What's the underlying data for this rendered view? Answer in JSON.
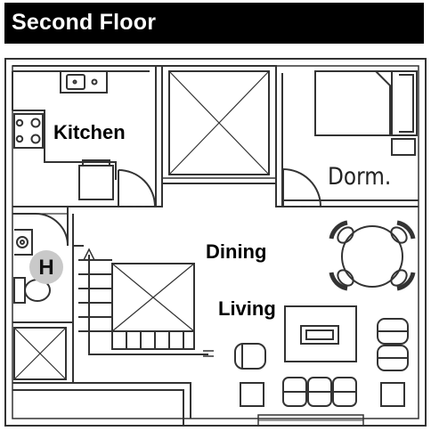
{
  "header": {
    "title": "Second Floor",
    "background": "#000000",
    "color": "#ffffff"
  },
  "rooms": {
    "kitchen": "Kitchen",
    "dorm": "Dorm.",
    "dining": "Dining",
    "living": "Living",
    "bathroom_badge": "H"
  },
  "colors": {
    "wall": "#333333",
    "badge": "#c9c9c9"
  }
}
